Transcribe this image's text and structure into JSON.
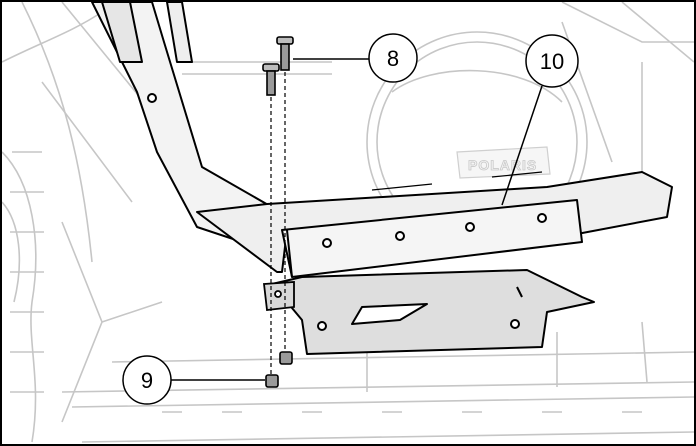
{
  "callouts": [
    {
      "id": "8",
      "label": "8"
    },
    {
      "id": "9",
      "label": "9"
    },
    {
      "id": "10",
      "label": "10"
    }
  ],
  "background_brand_text": "POLARIS",
  "colors": {
    "line": "#000000",
    "ghost_line": "#c4c4c4",
    "part_fill": "#f2f2f2",
    "dark_part": "#dedede"
  }
}
